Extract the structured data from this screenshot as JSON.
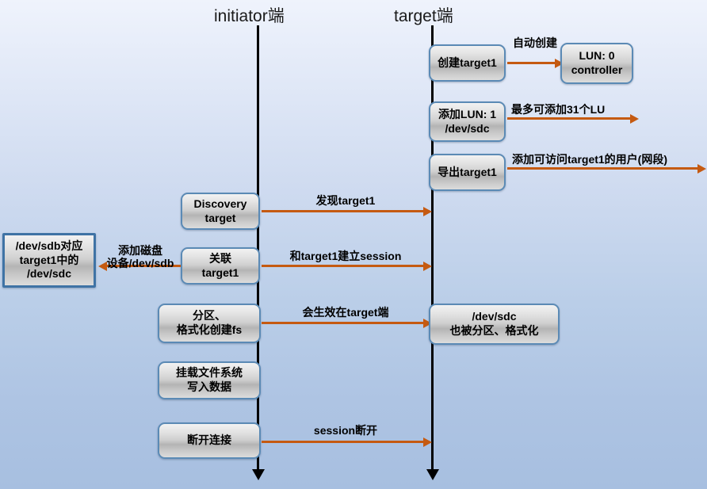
{
  "diagram": {
    "type": "sequence-diagram",
    "title_left": "initiator端",
    "title_right": "target端",
    "lifelines": [
      {
        "name": "initiator",
        "label": "initiator端"
      },
      {
        "name": "target",
        "label": "target端"
      }
    ],
    "target_nodes": [
      {
        "id": "create-target1",
        "lines": [
          "创建target1"
        ]
      },
      {
        "id": "add-lun1",
        "lines": [
          "添加LUN: 1",
          "/dev/sdc"
        ]
      },
      {
        "id": "export-target1",
        "lines": [
          "导出target1"
        ]
      },
      {
        "id": "lun0-controller",
        "lines": [
          "LUN: 0",
          "controller"
        ]
      },
      {
        "id": "target-sdc-result",
        "lines": [
          "/dev/sdc",
          "也被分区、格式化"
        ]
      }
    ],
    "initiator_nodes": [
      {
        "id": "discovery-target",
        "lines": [
          "Discovery",
          "target"
        ]
      },
      {
        "id": "associate-target1",
        "lines": [
          "关联",
          "target1"
        ]
      },
      {
        "id": "partition-format",
        "lines": [
          "分区、",
          "格式化创建fs"
        ]
      },
      {
        "id": "mount-write",
        "lines": [
          "挂载文件系统",
          "写入数据"
        ]
      },
      {
        "id": "disconnect",
        "lines": [
          "断开连接"
        ]
      }
    ],
    "side_nodes": [
      {
        "id": "sdb-mapping",
        "lines": [
          "/dev/sdb对应",
          "target1中的",
          "/dev/sdc"
        ]
      }
    ],
    "messages": [
      {
        "id": "auto-create",
        "label": "自动创建",
        "direction": "right"
      },
      {
        "id": "max-31-lu",
        "label": "最多可添加31个LU",
        "direction": "right"
      },
      {
        "id": "add-allowed-users",
        "label": "添加可访问target1的用户(网段)",
        "direction": "right"
      },
      {
        "id": "discover-target1",
        "label": "发现target1",
        "direction": "right"
      },
      {
        "id": "establish-session",
        "label": "和target1建立session",
        "direction": "right"
      },
      {
        "id": "add-disk-device",
        "label_line1": "添加磁盘",
        "label_line2": "设备/dev/sdb",
        "direction": "left"
      },
      {
        "id": "effective-on-target",
        "label": "会生效在target端",
        "direction": "right"
      },
      {
        "id": "session-disconnect",
        "label": "session断开",
        "direction": "right"
      }
    ],
    "colors": {
      "arrow": "#c55a11",
      "lifeline": "#000000",
      "node_border": "#5b8ab5",
      "node_border_square": "#3f73a5",
      "background_top": "#eff3fc",
      "background_bottom": "#a7bfe0"
    }
  }
}
